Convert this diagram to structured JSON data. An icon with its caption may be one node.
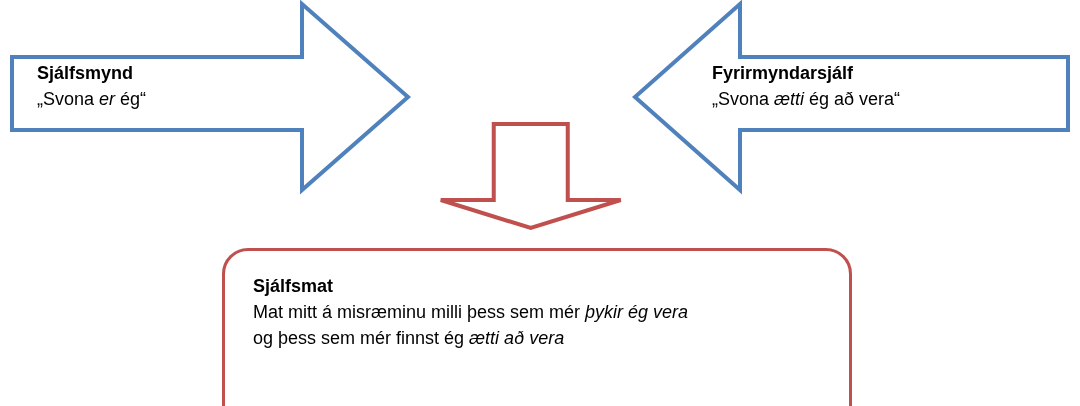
{
  "diagram": {
    "nodes": [
      {
        "text": [
          "Sjálfsmynd",
          "„Svona *er* ég“"
        ]
      },
      {
        "text": [
          "Fyrirmyndarsjálf",
          "„Svona *ætti* ég að vera“"
        ]
      },
      {
        "text": [
          "Sjálfsmat",
          "Mat mitt á misræminu milli þess sem mér *þykir ég vera* og þess sem mér finnst ég *ætti að vera*"
        ]
      }
    ],
    "edges": [
      {
        "from": 0,
        "to": 2,
        "arrow": "to"
      },
      {
        "from": 1,
        "to": 2,
        "arrow": "to"
      }
    ]
  }
}
